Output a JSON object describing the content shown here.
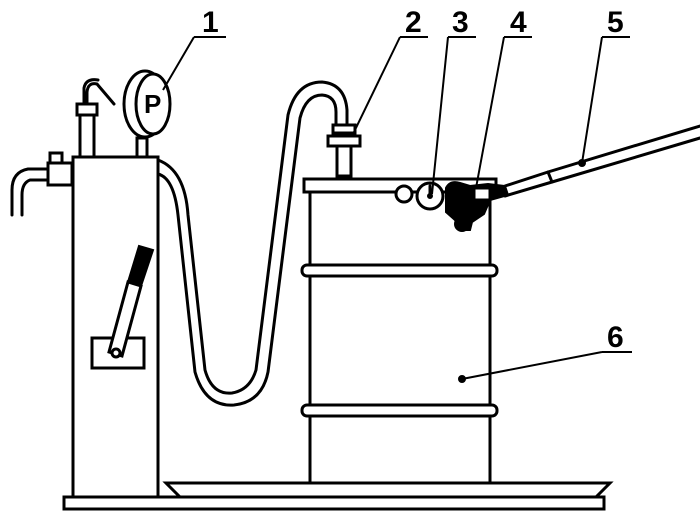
{
  "labels": {
    "l1": "1",
    "l2": "2",
    "l3": "3",
    "l4": "4",
    "l5": "5",
    "l6": "6"
  },
  "gauge_letter": "P",
  "colors": {
    "ink": "#000000",
    "paper": "#ffffff"
  }
}
